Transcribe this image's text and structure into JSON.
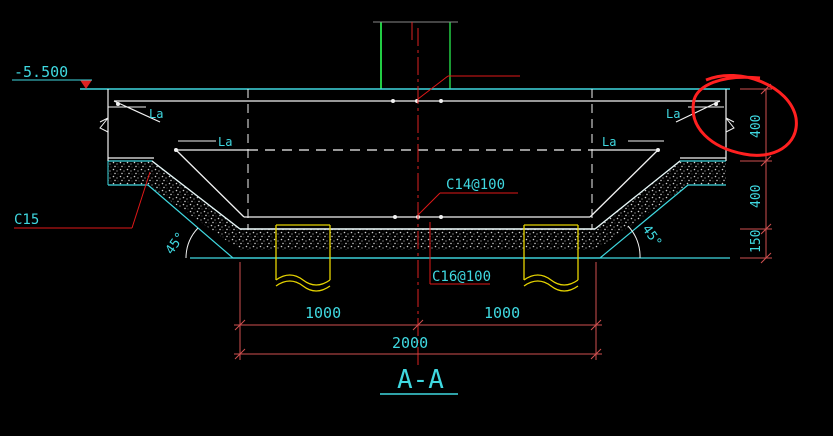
{
  "drawing": {
    "level_mark": "-5.500",
    "anchorage_labels": [
      "La",
      "La",
      "La",
      "La"
    ],
    "rebar_top_note": "C14@100",
    "rebar_bottom_note": "C16@100",
    "cushion_note": "C15",
    "column_note": "",
    "slab_note": "",
    "angle_left": "45°",
    "angle_right": "45°",
    "dim_right": [
      "400",
      "400",
      "150"
    ],
    "dim_left_half": "1000",
    "dim_right_half": "1000",
    "dim_total": "2000",
    "section_title": "A-A",
    "caption_line1": "",
    "caption_line2": ""
  },
  "colors": {
    "background": "#000000",
    "structure": "#f2f2f2",
    "cyan": "#3fd8e0",
    "leader_red": "#e01818",
    "green": "#22cc44",
    "yellow": "#e6d400",
    "highlight_circle": "#ff2020",
    "dimension_line": "#d05050"
  }
}
